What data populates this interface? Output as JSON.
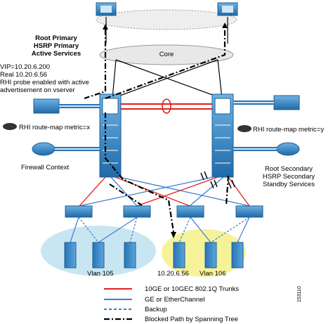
{
  "labels": {
    "core": "Core",
    "root_primary": "Root Primary",
    "hsrp_primary": "HSRP Primary",
    "active_services": "Active Services",
    "vip": "VIP=10.20.6.200",
    "real": "Real 10.20.6.56",
    "rhi_probe_1": "RHI probe enabled with active",
    "rhi_probe_2": "advertisement on vserver",
    "rhi_left": "RHI route-map metric=x",
    "rhi_right": "RHI route-map metric=y",
    "firewall_context": "Firewall Context",
    "root_secondary": "Root Secondary",
    "hsrp_secondary": "HSRP Secondary",
    "standby_services": "Standby Services",
    "vlan105": "Vlan 105",
    "vlan106": "Vlan 106",
    "ip_server": "10.20.6.56",
    "figure_number": "153110"
  },
  "legend": [
    {
      "label": "10GE or 10GEC 802.1Q Trunks",
      "color": "#e02020",
      "style": "solid"
    },
    {
      "label": "GE or EtherChannel",
      "color": "#3a7fd0",
      "style": "solid"
    },
    {
      "label": "Backup",
      "color": "#3a7fd0",
      "style": "dashed"
    },
    {
      "label": "Blocked Path by Spanning Tree",
      "color": "#000000",
      "style": "dashdot"
    }
  ],
  "colors": {
    "device_blue": "#2f7fc0",
    "device_dark": "#1c5e96",
    "cloud": "#e6e6e6",
    "vlan105_fill": "#c8e6f2",
    "vlan106_fill": "#f6f29a",
    "trunk_red": "#e02020",
    "link_blue": "#3a7fd0"
  }
}
